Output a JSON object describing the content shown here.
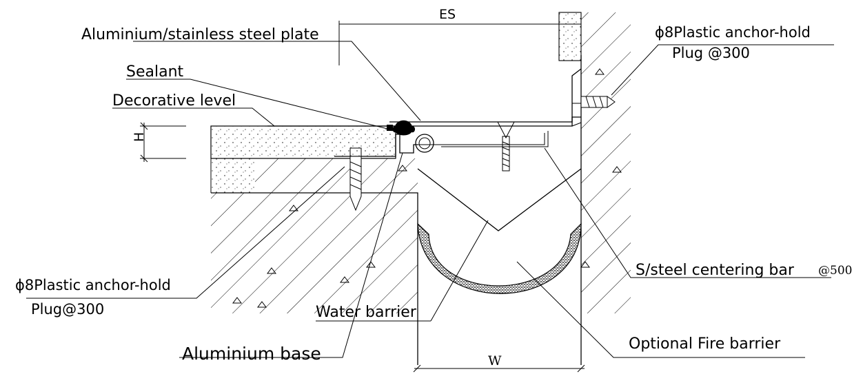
{
  "drawing": {
    "dimensions": {
      "es": "ES",
      "h": "H",
      "w": "W"
    },
    "labels": {
      "plate": "Aluminium/stainless steel plate",
      "anchor_top_line1": "ϕ8Plastic anchor-hold",
      "anchor_top_line2": "Plug @300",
      "sealant": "Sealant",
      "decorative": "Decorative level",
      "anchor_left_line1": "ϕ8Plastic anchor-hold",
      "anchor_left_line2": "Plug@300",
      "centering_bar": "S/steel centering bar",
      "centering_bar_spacing": "@500",
      "water_barrier": "Water barrier",
      "fire_barrier": "Optional Fire barrier",
      "aluminium_base": "Aluminium base"
    }
  }
}
